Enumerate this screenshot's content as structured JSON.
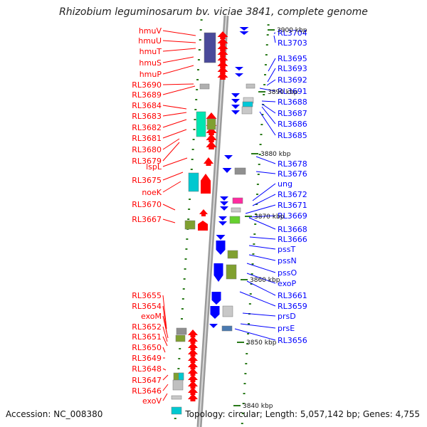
{
  "title": "Rhizobium leguminosarum bv. viciae 3841, complete genome",
  "footer": {
    "accession": "Accession: NC_008380",
    "summary": "Topology: circular; Length: 5,057,142 bp; Genes: 4,755"
  },
  "scale_labels": [
    "3900 kbp",
    "3890 kbp",
    "3880 kbp",
    "3870 kbp",
    "3860 kbp",
    "3850 kbp",
    "3840 kbp"
  ],
  "left_labels": [
    "hmuV",
    "hmuU",
    "hmuT",
    "hmuS",
    "hmuP",
    "RL3690",
    "RL3689",
    "RL3684",
    "RL3683",
    "RL3682",
    "RL3681",
    "RL3680",
    "RL3679",
    "lspL",
    "RL3675",
    "noeK",
    "RL3670",
    "RL3667",
    "RL3655",
    "RL3654",
    "exoM",
    "RL3652",
    "RL3651",
    "RL3650",
    "RL3649",
    "RL3648",
    "RL3647",
    "RL3646",
    "exoV"
  ],
  "right_labels": [
    "RL3704",
    "RL3703",
    "RL3695",
    "RL3693",
    "RL3692",
    "RL3691",
    "RL3688",
    "RL3687",
    "RL3686",
    "RL3685",
    "RL3678",
    "RL3676",
    "ung",
    "RL3672",
    "RL3671",
    "RL3669",
    "RL3668",
    "RL3666",
    "pssT",
    "pssN",
    "pssO",
    "exoP",
    "RL3661",
    "RL3659",
    "prsD",
    "prsE",
    "RL3656"
  ],
  "colors": {
    "forward_genes": "#ff0000",
    "reverse_genes": "#0000ff",
    "backbone": "#9a9a9a",
    "ticks": "#2a7a1a"
  }
}
